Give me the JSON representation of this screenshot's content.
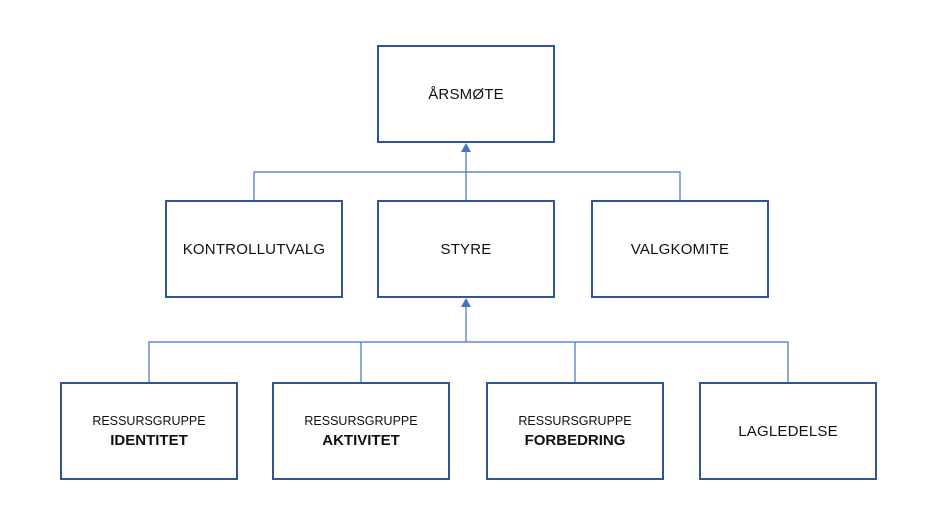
{
  "colors": {
    "box_border": "#2f5597",
    "connector": "#4472c4"
  },
  "nodes": {
    "aarsmote": {
      "label": "ÅRSMØTE"
    },
    "kontrollutvalg": {
      "label": "KONTROLLUTVALG"
    },
    "styre": {
      "label": "STYRE"
    },
    "valgkomite": {
      "label": "VALGKOMITE"
    },
    "ressurs_identitet": {
      "label": "RESSURSGRUPPE",
      "name": "IDENTITET"
    },
    "ressurs_aktivitet": {
      "label": "RESSURSGRUPPE",
      "name": "AKTIVITET"
    },
    "ressurs_forbedring": {
      "label": "RESSURSGRUPPE",
      "name": "FORBEDRING"
    },
    "lagledelse": {
      "label": "LAGLEDELSE"
    }
  }
}
